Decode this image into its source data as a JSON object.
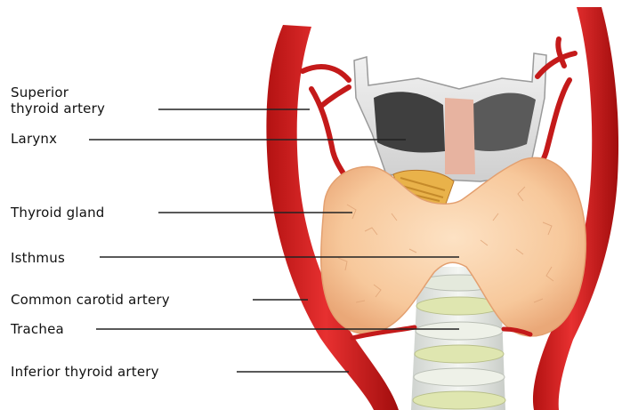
{
  "labels": {
    "superior_thyroid_artery_line1": "Superior",
    "superior_thyroid_artery_line2": "thyroid artery",
    "larynx": "Larynx",
    "thyroid_gland": "Thyroid gland",
    "isthmus": "Isthmus",
    "common_carotid_artery": "Common carotid artery",
    "trachea": "Trachea",
    "inferior_thyroid_artery": "Inferior thyroid artery"
  },
  "colors": {
    "artery": "#d62020",
    "artery_dark": "#a30e0e",
    "gland": "#f6c89c",
    "gland_edge": "#e8a676",
    "cartilage": "#e6e6e6",
    "cartilage_shadow": "#4a4a4a",
    "trachea_ring": "#d8e2a0",
    "leader_line": "#222222"
  }
}
